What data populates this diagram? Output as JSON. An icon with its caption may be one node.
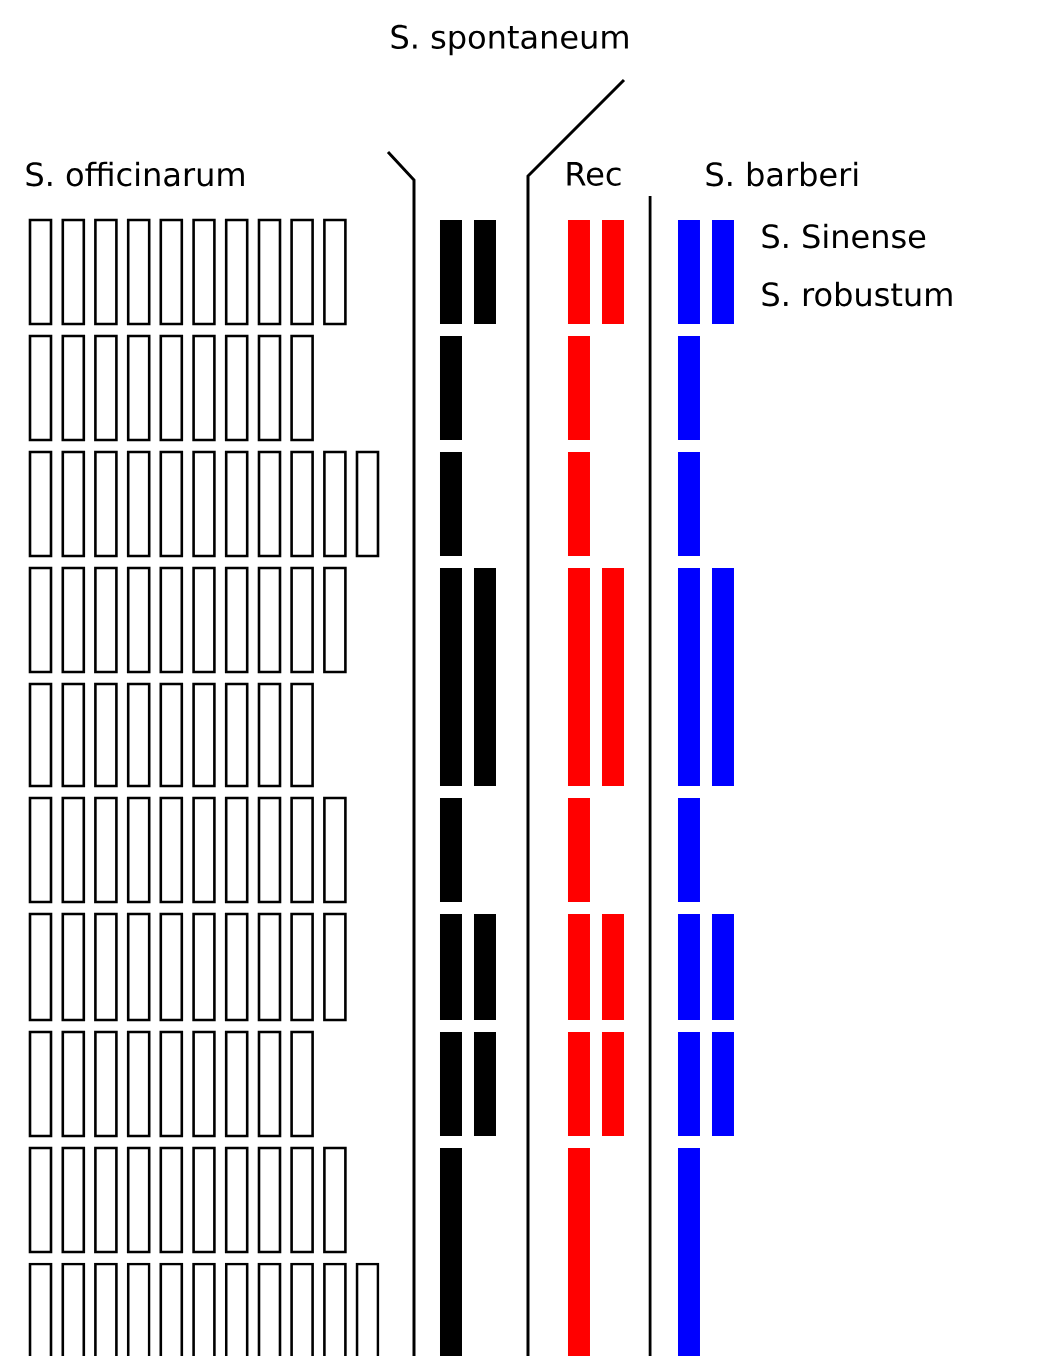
{
  "diagram": {
    "labels": [
      "S. spontaneum",
      "S. officinarum",
      "Rec",
      "S. barberi",
      "S. Sinense",
      "S. robustum"
    ]
  }
}
